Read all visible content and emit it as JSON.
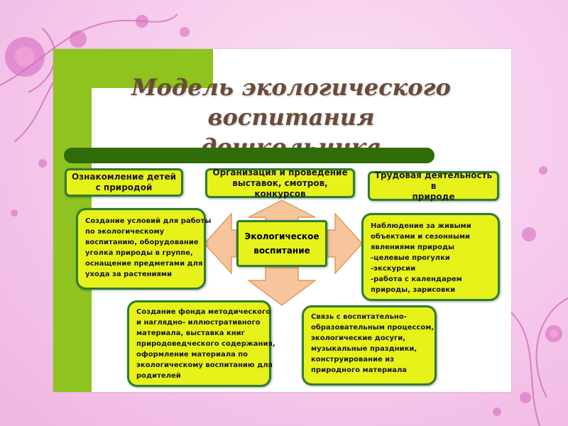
{
  "title": {
    "line1": "Модель экологического",
    "line2": "воспитания дошкольника"
  },
  "headers": {
    "left": "Ознакомление детей с природой",
    "middle_line1": "Организация и проведение",
    "middle_line2": "выставок, смотров, конкурсов",
    "right_line1": "Трудовая деятельность в",
    "right_line2": "природе"
  },
  "center": {
    "line1": "Экологическое",
    "line2": "воспитание"
  },
  "boxes": {
    "left": [
      "Создание условий для работы",
      "по экологическому",
      "воспитанию, оборудование",
      "уголка природы в группе,",
      "оснащение предметами для",
      "ухода за растениями"
    ],
    "right": [
      "Наблюдение за живыми",
      "объектами и сезонными",
      "явлениями природы",
      "-целевые прогулки",
      "-экскурсии",
      "-работа с календарем",
      "природы, зарисовки"
    ],
    "bottom_left": [
      "Создание фонда методического",
      "и наглядно- иллюстративного",
      "материала, выставка книг",
      "природоведческого содержания,",
      "оформление  материала по",
      "экологическому воспитанию для",
      "родителей"
    ],
    "bottom_right": [
      "Связь с воспитательно-",
      "образовательным процессом,",
      "экологические досуги,",
      "музыкальные праздники,",
      "конструирование из",
      "природного материала"
    ]
  },
  "colors": {
    "background": "#f6c9ec",
    "accent_green": "#8fc31f",
    "bar_green": "#2f6b07",
    "box_fill": "#e6f21a",
    "box_border": "#2e7d32",
    "arrow_fill": "#f6c59b",
    "title_color": "#6b4a3a"
  }
}
